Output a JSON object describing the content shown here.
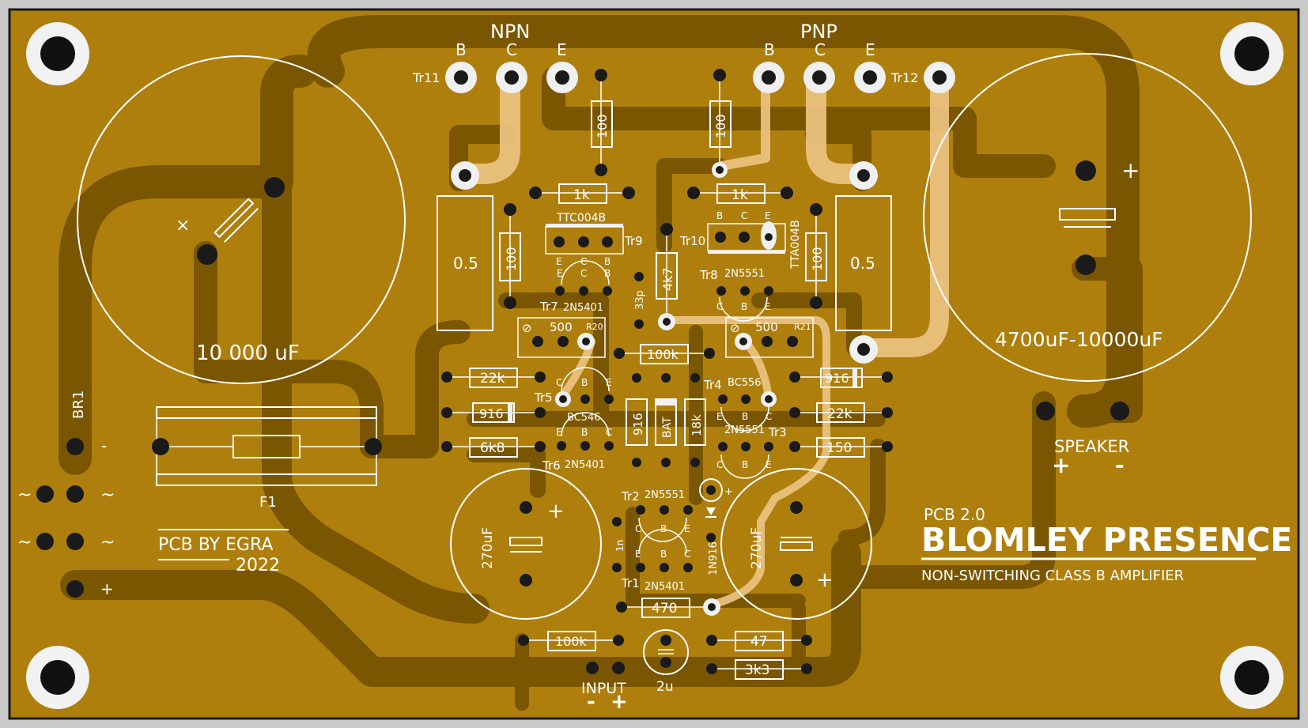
{
  "board": {
    "title": "BLOMLEY PRESENCE",
    "subtitle": "NON-SWITCHING CLASS B AMPLIFIER",
    "version": "PCB 2.0",
    "credit_line1": "PCB BY EGRA",
    "credit_line2": "2022",
    "colors": {
      "board": "#ae7f0d",
      "trace": "#7a5600",
      "bottom_trace": "#ecc380",
      "silk": "#ffffff",
      "pad": "#1a1a1a"
    }
  },
  "headers": {
    "npn": "NPN",
    "pnp": "PNP",
    "b": "B",
    "c": "C",
    "e": "E"
  },
  "transistors": {
    "tr11": "Tr11",
    "tr12": "Tr12",
    "tr9": "Tr9",
    "tr10": "Tr10",
    "tr7": "Tr7",
    "tr8": "Tr8",
    "tr5": "Tr5",
    "tr4": "Tr4",
    "tr6": "Tr6",
    "tr3": "Tr3",
    "tr2": "Tr2",
    "tr1": "Tr1"
  },
  "parts": {
    "ttc004b": "TTC004B",
    "tta004b": "TTA004B",
    "n2n5401": "2N5401",
    "n2n5551": "2N5551",
    "bc546": "BC546",
    "bc556": "BC556",
    "n1n916": "1N916"
  },
  "values": {
    "r100": "100",
    "r1k": "1k",
    "r05": "0.5",
    "r4k7": "4k7",
    "c33p": "33p",
    "p500": "500",
    "r20": "R20",
    "r21": "R21",
    "r100k": "100k",
    "r22k": "22k",
    "r916": "916",
    "r6k8": "6k8",
    "r18k": "18k",
    "bat": "BAT",
    "r150": "150",
    "c270": "270uF",
    "c1n": "1n",
    "r470": "470",
    "r47": "47",
    "r3k3": "3k3",
    "c2u": "2u"
  },
  "caps": {
    "main_left": "10 000 uF",
    "main_right": "4700uF-10000uF"
  },
  "connectors": {
    "br1": "BR1",
    "f1": "F1",
    "speaker": "SPEAKER",
    "input": "INPUT",
    "plus": "+",
    "minus": "-",
    "ac": "~"
  }
}
